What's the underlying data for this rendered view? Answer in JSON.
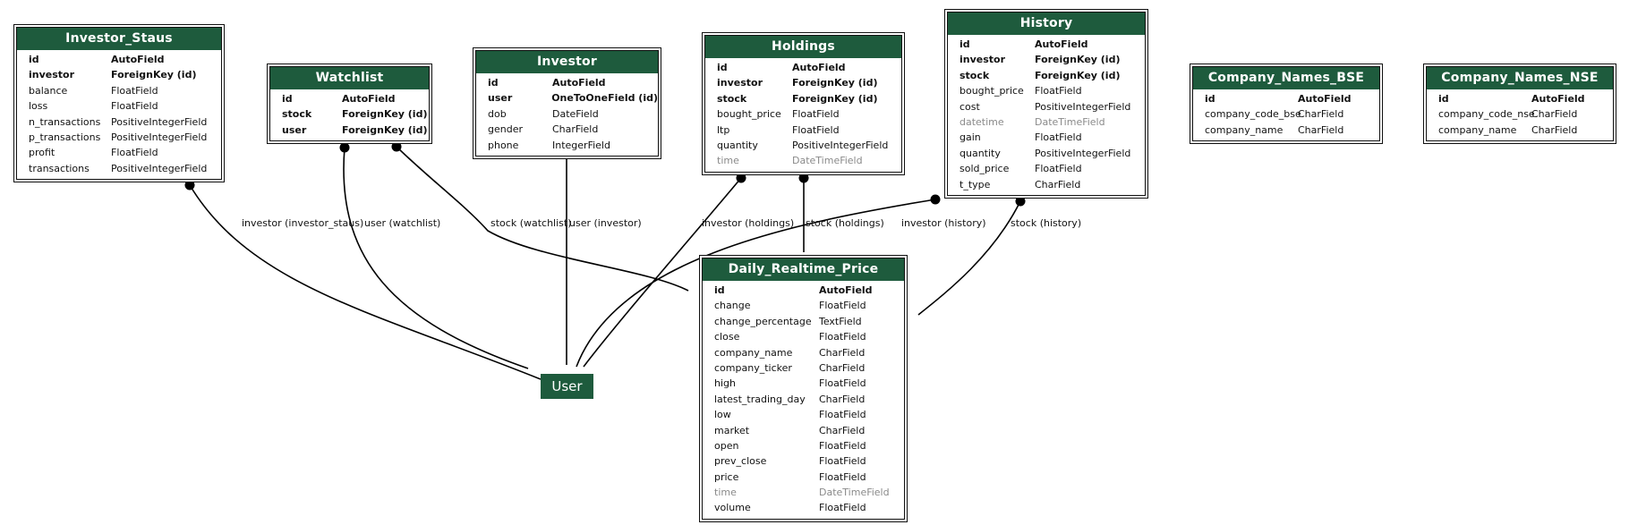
{
  "user_node": "User",
  "entities": {
    "investor_staus": {
      "title": "Investor_Staus",
      "fields": [
        {
          "name": "id",
          "type": "AutoField",
          "style": "bold"
        },
        {
          "name": "investor",
          "type": "ForeignKey (id)",
          "style": "bold"
        },
        {
          "name": "balance",
          "type": "FloatField",
          "style": "normal"
        },
        {
          "name": "loss",
          "type": "FloatField",
          "style": "normal"
        },
        {
          "name": "n_transactions",
          "type": "PositiveIntegerField",
          "style": "normal"
        },
        {
          "name": "p_transactions",
          "type": "PositiveIntegerField",
          "style": "normal"
        },
        {
          "name": "profit",
          "type": "FloatField",
          "style": "normal"
        },
        {
          "name": "transactions",
          "type": "PositiveIntegerField",
          "style": "normal"
        }
      ]
    },
    "watchlist": {
      "title": "Watchlist",
      "fields": [
        {
          "name": "id",
          "type": "AutoField",
          "style": "bold"
        },
        {
          "name": "stock",
          "type": "ForeignKey (id)",
          "style": "bold"
        },
        {
          "name": "user",
          "type": "ForeignKey (id)",
          "style": "bold"
        }
      ]
    },
    "investor": {
      "title": "Investor",
      "fields": [
        {
          "name": "id",
          "type": "AutoField",
          "style": "bold"
        },
        {
          "name": "user",
          "type": "OneToOneField (id)",
          "style": "bold"
        },
        {
          "name": "dob",
          "type": "DateField",
          "style": "normal"
        },
        {
          "name": "gender",
          "type": "CharField",
          "style": "normal"
        },
        {
          "name": "phone",
          "type": "IntegerField",
          "style": "normal"
        }
      ]
    },
    "holdings": {
      "title": "Holdings",
      "fields": [
        {
          "name": "id",
          "type": "AutoField",
          "style": "bold"
        },
        {
          "name": "investor",
          "type": "ForeignKey (id)",
          "style": "bold"
        },
        {
          "name": "stock",
          "type": "ForeignKey (id)",
          "style": "bold"
        },
        {
          "name": "bought_price",
          "type": "FloatField",
          "style": "normal"
        },
        {
          "name": "ltp",
          "type": "FloatField",
          "style": "normal"
        },
        {
          "name": "quantity",
          "type": "PositiveIntegerField",
          "style": "normal"
        },
        {
          "name": "time",
          "type": "DateTimeField",
          "style": "muted"
        }
      ]
    },
    "history": {
      "title": "History",
      "fields": [
        {
          "name": "id",
          "type": "AutoField",
          "style": "bold"
        },
        {
          "name": "investor",
          "type": "ForeignKey (id)",
          "style": "bold"
        },
        {
          "name": "stock",
          "type": "ForeignKey (id)",
          "style": "bold"
        },
        {
          "name": "bought_price",
          "type": "FloatField",
          "style": "normal"
        },
        {
          "name": "cost",
          "type": "PositiveIntegerField",
          "style": "normal"
        },
        {
          "name": "datetime",
          "type": "DateTimeField",
          "style": "muted"
        },
        {
          "name": "gain",
          "type": "FloatField",
          "style": "normal"
        },
        {
          "name": "quantity",
          "type": "PositiveIntegerField",
          "style": "normal"
        },
        {
          "name": "sold_price",
          "type": "FloatField",
          "style": "normal"
        },
        {
          "name": "t_type",
          "type": "CharField",
          "style": "normal"
        }
      ]
    },
    "company_names_bse": {
      "title": "Company_Names_BSE",
      "fields": [
        {
          "name": "id",
          "type": "AutoField",
          "style": "bold"
        },
        {
          "name": "company_code_bse",
          "type": "CharField",
          "style": "normal"
        },
        {
          "name": "company_name",
          "type": "CharField",
          "style": "normal"
        }
      ]
    },
    "company_names_nse": {
      "title": "Company_Names_NSE",
      "fields": [
        {
          "name": "id",
          "type": "AutoField",
          "style": "bold"
        },
        {
          "name": "company_code_nse",
          "type": "CharField",
          "style": "normal"
        },
        {
          "name": "company_name",
          "type": "CharField",
          "style": "normal"
        }
      ]
    },
    "daily_realtime_price": {
      "title": "Daily_Realtime_Price",
      "fields": [
        {
          "name": "id",
          "type": "AutoField",
          "style": "bold"
        },
        {
          "name": "change",
          "type": "FloatField",
          "style": "normal"
        },
        {
          "name": "change_percentage",
          "type": "TextField",
          "style": "normal"
        },
        {
          "name": "close",
          "type": "FloatField",
          "style": "normal"
        },
        {
          "name": "company_name",
          "type": "CharField",
          "style": "normal"
        },
        {
          "name": "company_ticker",
          "type": "CharField",
          "style": "normal"
        },
        {
          "name": "high",
          "type": "FloatField",
          "style": "normal"
        },
        {
          "name": "latest_trading_day",
          "type": "CharField",
          "style": "normal"
        },
        {
          "name": "low",
          "type": "FloatField",
          "style": "normal"
        },
        {
          "name": "market",
          "type": "CharField",
          "style": "normal"
        },
        {
          "name": "open",
          "type": "FloatField",
          "style": "normal"
        },
        {
          "name": "prev_close",
          "type": "FloatField",
          "style": "normal"
        },
        {
          "name": "price",
          "type": "FloatField",
          "style": "normal"
        },
        {
          "name": "time",
          "type": "DateTimeField",
          "style": "muted"
        },
        {
          "name": "volume",
          "type": "FloatField",
          "style": "normal"
        }
      ]
    }
  },
  "edge_labels": {
    "investor_staus": "investor (investor_staus)",
    "watchlist_user": "user (watchlist)",
    "watchlist_stock": "stock (watchlist)",
    "investor_user": "user (investor)",
    "holdings_investor": "investor (holdings)",
    "holdings_stock": "stock (holdings)",
    "history_investor": "investor (history)",
    "history_stock": "stock (history)"
  }
}
